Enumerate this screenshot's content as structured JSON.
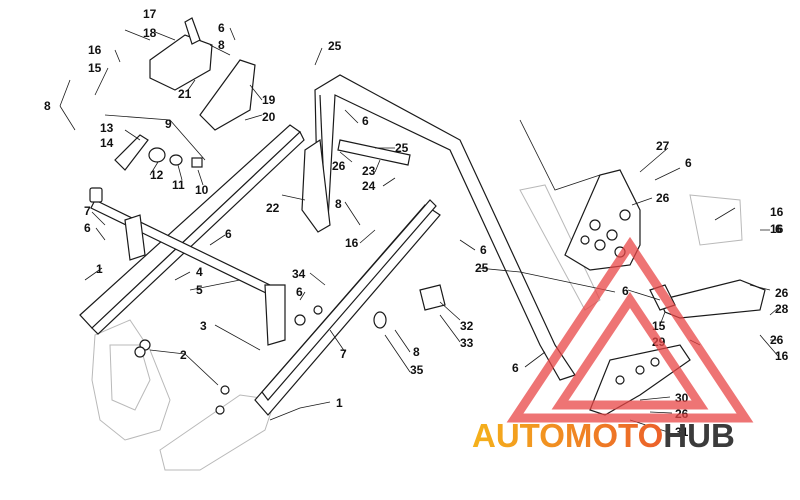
{
  "callouts": [
    {
      "id": "c1",
      "text": "17"
    },
    {
      "id": "c2",
      "text": "18"
    },
    {
      "id": "c3",
      "text": "6"
    },
    {
      "id": "c4",
      "text": "8"
    },
    {
      "id": "c5",
      "text": "16"
    },
    {
      "id": "c6",
      "text": "15"
    },
    {
      "id": "c7",
      "text": "21"
    },
    {
      "id": "c8",
      "text": "19"
    },
    {
      "id": "c9",
      "text": "20"
    },
    {
      "id": "c10",
      "text": "8"
    },
    {
      "id": "c11",
      "text": "9"
    },
    {
      "id": "c12",
      "text": "13"
    },
    {
      "id": "c13",
      "text": "14"
    },
    {
      "id": "c14",
      "text": "12"
    },
    {
      "id": "c15",
      "text": "11"
    },
    {
      "id": "c16",
      "text": "10"
    },
    {
      "id": "c17",
      "text": "25"
    },
    {
      "id": "c18",
      "text": "6"
    },
    {
      "id": "c19",
      "text": "25"
    },
    {
      "id": "c20",
      "text": "26"
    },
    {
      "id": "c21",
      "text": "23"
    },
    {
      "id": "c22",
      "text": "24"
    },
    {
      "id": "c23",
      "text": "27"
    },
    {
      "id": "c24",
      "text": "6"
    },
    {
      "id": "c25",
      "text": "26"
    },
    {
      "id": "c26",
      "text": "16"
    },
    {
      "id": "c27",
      "text": "22"
    },
    {
      "id": "c28",
      "text": "8"
    },
    {
      "id": "c29",
      "text": "16"
    },
    {
      "id": "c30",
      "text": "7"
    },
    {
      "id": "c31",
      "text": "6"
    },
    {
      "id": "c32",
      "text": "6"
    },
    {
      "id": "c33",
      "text": "1"
    },
    {
      "id": "c34",
      "text": "4"
    },
    {
      "id": "c35",
      "text": "5"
    },
    {
      "id": "c36",
      "text": "6"
    },
    {
      "id": "c37",
      "text": "25"
    },
    {
      "id": "c38",
      "text": "16"
    },
    {
      "id": "c39",
      "text": "6"
    },
    {
      "id": "c40",
      "text": "34"
    },
    {
      "id": "c41",
      "text": "6"
    },
    {
      "id": "c42",
      "text": "3"
    },
    {
      "id": "c43",
      "text": "7"
    },
    {
      "id": "c44",
      "text": "32"
    },
    {
      "id": "c45",
      "text": "33"
    },
    {
      "id": "c46",
      "text": "8"
    },
    {
      "id": "c47",
      "text": "35"
    },
    {
      "id": "c48",
      "text": "2"
    },
    {
      "id": "c49",
      "text": "6"
    },
    {
      "id": "c50",
      "text": "26"
    },
    {
      "id": "c51",
      "text": "28"
    },
    {
      "id": "c52",
      "text": "15"
    },
    {
      "id": "c53",
      "text": "29"
    },
    {
      "id": "c54",
      "text": "26"
    },
    {
      "id": "c55",
      "text": "16"
    },
    {
      "id": "c56",
      "text": "6"
    },
    {
      "id": "c57",
      "text": "30"
    },
    {
      "id": "c58",
      "text": "26"
    },
    {
      "id": "c59",
      "text": "1"
    },
    {
      "id": "c60",
      "text": "31"
    }
  ],
  "watermark": {
    "text_colored": "AUTOMOTO",
    "text_dark": "HUB",
    "color_triangle": "#e84545",
    "color_text_gradient": [
      "#f5b21b",
      "#e8412f"
    ],
    "color_text_dark": "#3b3b3b"
  }
}
